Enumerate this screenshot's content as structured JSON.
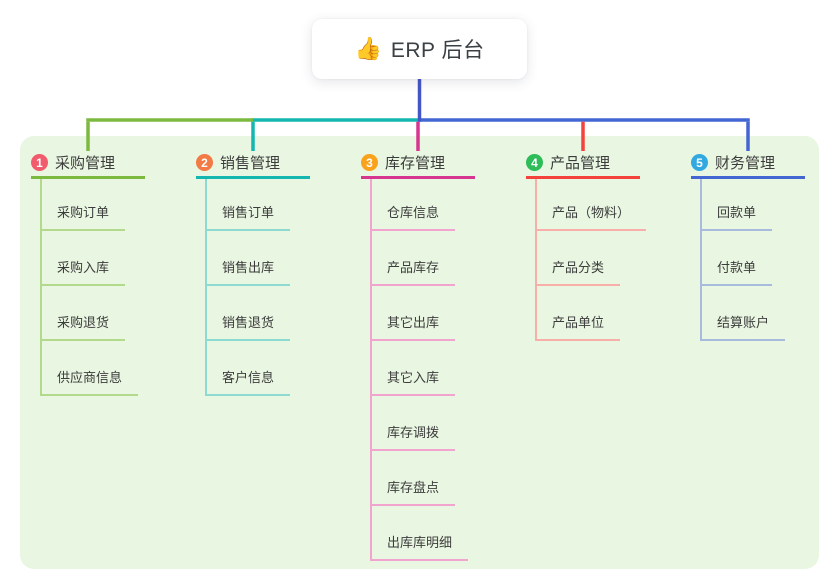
{
  "root": {
    "icon": "👍",
    "title": "ERP 后台"
  },
  "colors": {
    "page_bg": "#ffffff",
    "canvas_bg": "#e9f6e2",
    "stem": "#4456c6",
    "text": "#3c3c3c"
  },
  "branches": [
    {
      "number": "1",
      "label": "采购管理",
      "badge_color": "#f15b6c",
      "line_color": "#7cb93f",
      "light_color": "#b3d98c",
      "children": [
        "采购订单",
        "采购入库",
        "采购退货",
        "供应商信息"
      ]
    },
    {
      "number": "2",
      "label": "销售管理",
      "badge_color": "#f27a44",
      "line_color": "#13b7af",
      "light_color": "#8cdad2",
      "children": [
        "销售订单",
        "销售出库",
        "销售退货",
        "客户信息"
      ]
    },
    {
      "number": "3",
      "label": "库存管理",
      "badge_color": "#f9a21b",
      "line_color": "#d6368f",
      "light_color": "#f1a4cd",
      "children": [
        "仓库信息",
        "产品库存",
        "其它出库",
        "其它入库",
        "库存调拨",
        "库存盘点",
        "出库库明细"
      ]
    },
    {
      "number": "4",
      "label": "产品管理",
      "badge_color": "#2ebd59",
      "line_color": "#f4433c",
      "light_color": "#f9afa9",
      "children": [
        "产品（物料）",
        "产品分类",
        "产品单位"
      ]
    },
    {
      "number": "5",
      "label": "财务管理",
      "badge_color": "#31a9e0",
      "line_color": "#4466d3",
      "light_color": "#a9bbdd",
      "children": [
        "回款单",
        "付款单",
        "结算账户"
      ]
    }
  ]
}
